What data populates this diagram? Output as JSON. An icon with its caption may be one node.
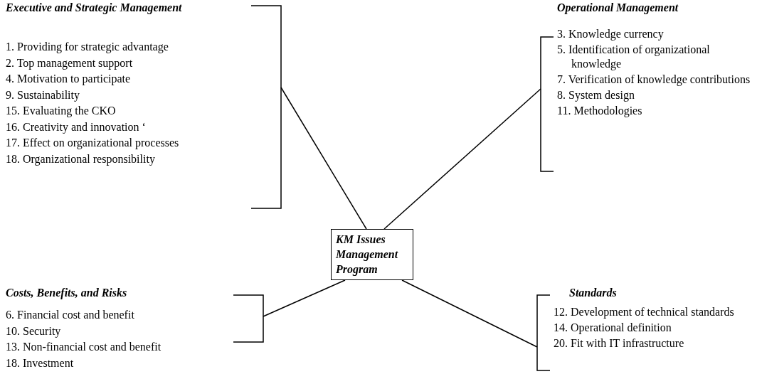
{
  "diagram": {
    "nodes": [
      {
        "text": [
          "Executive and Strategic Management",
          "1. Providing for strategic advantage",
          "2. Top management support",
          "4. Motivation to participate",
          "9. Sustainability",
          "15. Evaluating the CKO",
          "16. Creativity and innovation ‘",
          "17. Effect on organizational processes",
          "18. Organizational responsibility"
        ]
      },
      {
        "text": [
          "Operational Management",
          "3. Knowledge currency",
          "5. Identification of organizational knowledge",
          "7. Verification of knowledge contributions",
          "8. System design",
          "11. Methodologies"
        ]
      },
      {
        "text": [
          "KM Issues Management Program"
        ]
      },
      {
        "text": [
          "Costs, Benefits, and Risks",
          "6. Financial cost and benefit",
          "10. Security",
          "13. Non-financial cost and benefit",
          "18. Investment"
        ]
      },
      {
        "text": [
          "Standards",
          "12. Development of technical standards",
          "14. Operational definition",
          "20. Fit with IT infrastructure"
        ]
      }
    ],
    "edges": [
      {
        "from": 2,
        "to": 0,
        "arrow": "none"
      },
      {
        "from": 2,
        "to": 1,
        "arrow": "none"
      },
      {
        "from": 2,
        "to": 3,
        "arrow": "none"
      },
      {
        "from": 2,
        "to": 4,
        "arrow": "none"
      }
    ]
  }
}
